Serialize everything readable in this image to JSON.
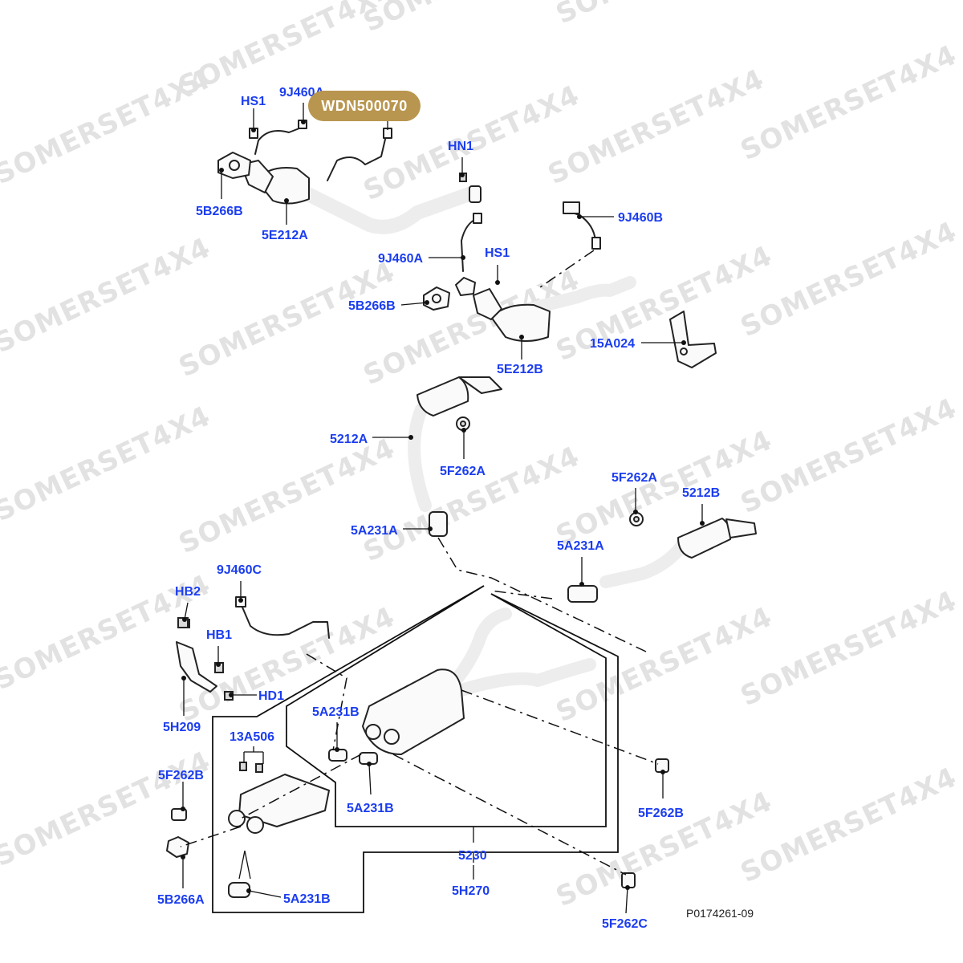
{
  "watermark": {
    "text": "SOMERSET4X4"
  },
  "highlight": {
    "label": "WDN500070",
    "color": "#b9964f"
  },
  "label_color": "#1b3df0",
  "labels": {
    "hs1_top": "HS1",
    "s9j460a_top": "9J460A",
    "s5b266b_top": "5B266B",
    "s5e212a": "5E212A",
    "hn1": "HN1",
    "s9j460b": "9J460B",
    "s9j460a_mid": "9J460A",
    "hs1_mid": "HS1",
    "s5b266b_mid": "5B266B",
    "s5e212b": "5E212B",
    "s15a024": "15A024",
    "s5212a": "5212A",
    "s5f262a_left": "5F262A",
    "s5a231a_left": "5A231A",
    "s5f262a_right": "5F262A",
    "s5212b": "5212B",
    "s5a231a_right": "5A231A",
    "s9j460c": "9J460C",
    "hb2": "HB2",
    "hb1": "HB1",
    "hd1": "HD1",
    "s5h209": "5H209",
    "s5a231b_upper": "5A231B",
    "s13a506": "13A506",
    "s5f262b_left": "5F262B",
    "s5a231b_mid": "5A231B",
    "s5f262b_right": "5F262B",
    "s5230": "5230",
    "s5h270": "5H270",
    "s5b266a": "5B266A",
    "s5a231b_bottom": "5A231B",
    "s5f262c": "5F262C"
  },
  "figure_ref": "P0174261-09"
}
